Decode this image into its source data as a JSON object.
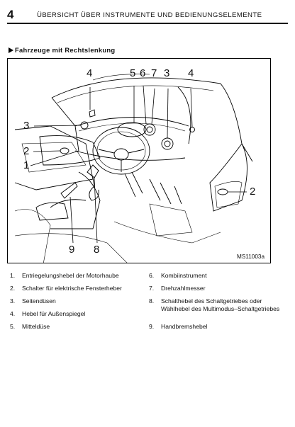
{
  "page": {
    "number": "4",
    "header": "ÜBERSICHT ÜBER INSTRUMENTE UND BEDIENUNGSELEMENTE",
    "section_title": "Fahrzeuge mit Rechtslenkung"
  },
  "figure": {
    "code": "MS11003a",
    "callouts": {
      "c4a": "4",
      "c5": "5",
      "c6": "6",
      "c7": "7",
      "c3b": "3",
      "c4b": "4",
      "c3a": "3",
      "c2a": "2",
      "c1": "1",
      "c2b": "2",
      "c9": "9",
      "c8": "8"
    }
  },
  "legend": {
    "left": [
      {
        "num": "1.",
        "text": "Entriegelungshebel der Motorhaube"
      },
      {
        "num": "2.",
        "text": "Schalter für elektrische Fensterheber"
      },
      {
        "num": "3.",
        "text": "Seitendüsen"
      },
      {
        "num": "4.",
        "text": "Hebel für Außenspiegel"
      },
      {
        "num": "5.",
        "text": "Mitteldüse"
      }
    ],
    "right": [
      {
        "num": "6.",
        "text": "Kombiinstrument"
      },
      {
        "num": "7.",
        "text": "Drehzahlmesser"
      },
      {
        "num": "8.",
        "text": "Schalthebel des Schaltgetriebes oder Wählhebel des Multimodus–Schaltgetriebes"
      },
      {
        "num": "9.",
        "text": "Handbremshebel"
      }
    ]
  }
}
